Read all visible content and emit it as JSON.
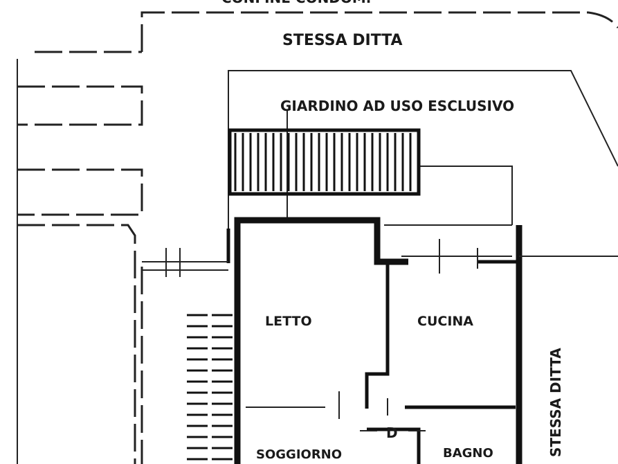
{
  "plan": {
    "top_label_cut": "CONFINE CONDOM.",
    "neighbor_top": "STESSA DITTA",
    "garden": "GIARDINO AD USO ESCLUSIVO",
    "room_bedroom": "LETTO",
    "room_kitchen": "CUCINA",
    "neighbor_right": "STESSA DITTA",
    "door_mark": "D",
    "room_bath": "BAGNO",
    "room_bottom_left": "SOGGIORNO"
  }
}
